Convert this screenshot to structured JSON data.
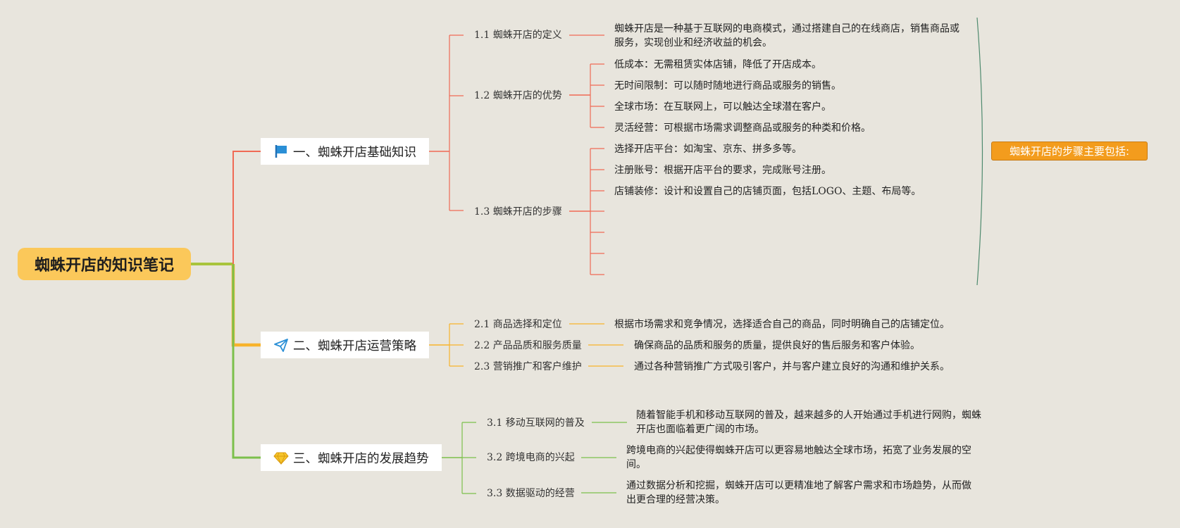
{
  "root": {
    "title": "蜘蛛开店的知识笔记"
  },
  "branches": [
    {
      "title": "一、蜘蛛开店基础知识",
      "icon": "flag-icon",
      "color": "#f06a55",
      "subs": [
        {
          "label": "1.1 蜘蛛开店的定义",
          "leaves": [
            "蜘蛛开店是一种基于互联网的电商模式，通过搭建自己的在线商店，销售商品或服务，实现创业和经济收益的机会。"
          ]
        },
        {
          "label": "1.2 蜘蛛开店的优势",
          "leaves": [
            "低成本：无需租赁实体店铺，降低了开店成本。",
            "无时间限制：可以随时随地进行商品或服务的销售。",
            "全球市场：在互联网上，可以触达全球潜在客户。",
            "灵活经营：可根据市场需求调整商品或服务的种类和价格。"
          ]
        },
        {
          "label": "1.3 蜘蛛开店的步骤",
          "leaves": [
            "选择开店平台：如淘宝、京东、拼多多等。",
            "注册账号：根据开店平台的要求，完成账号注册。",
            "店铺装修：设计和设置自己的店铺页面，包括LOGO、主题、布局等。",
            "",
            "",
            "",
            ""
          ]
        }
      ]
    },
    {
      "title": "二、蜘蛛开店运营策略",
      "icon": "paper-plane-icon",
      "color": "#f7b32b",
      "subs": [
        {
          "label": "2.1 商品选择和定位",
          "leaves": [
            "根据市场需求和竞争情况，选择适合自己的商品，同时明确自己的店铺定位。"
          ]
        },
        {
          "label": "2.2 产品品质和服务质量",
          "leaves": [
            "确保商品的品质和服务的质量，提供良好的售后服务和客户体验。"
          ]
        },
        {
          "label": "2.3 营销推广和客户维护",
          "leaves": [
            "通过各种营销推广方式吸引客户，并与客户建立良好的沟通和维护关系。"
          ]
        }
      ]
    },
    {
      "title": "三、蜘蛛开店的发展趋势",
      "icon": "diamond-icon",
      "color": "#7cc04b",
      "subs": [
        {
          "label": "3.1 移动互联网的普及",
          "leaves": [
            "随着智能手机和移动互联网的普及，越来越多的人开始通过手机进行网购，蜘蛛开店也面临着更广阔的市场。"
          ]
        },
        {
          "label": "3.2 跨境电商的兴起",
          "leaves": [
            "跨境电商的兴起使得蜘蛛开店可以更容易地触达全球市场，拓宽了业务发展的空间。"
          ]
        },
        {
          "label": "3.3 数据驱动的经营",
          "leaves": [
            "通过数据分析和挖掘，蜘蛛开店可以更精准地了解客户需求和市场趋势，从而做出更合理的经营决策。"
          ]
        }
      ]
    }
  ],
  "summary": {
    "label": "蜘蛛开店的步骤主要包括:"
  },
  "colors": {
    "root": "#fbc85a",
    "summary": "#f39c1d",
    "summary_bracket": "#4e8a6e",
    "background": "#e8e5dd"
  }
}
